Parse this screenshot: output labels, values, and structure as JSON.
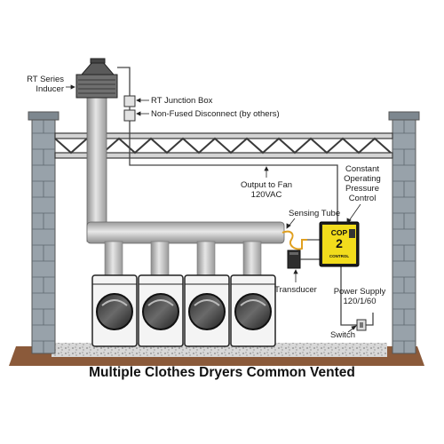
{
  "labels": {
    "inducer": [
      "RT Series",
      "Inducer"
    ],
    "junction_box": "RT Junction Box",
    "disconnect": "Non-Fused Disconnect (by others)",
    "output_fan": [
      "Output to Fan",
      "120VAC"
    ],
    "sensing_tube": "Sensing Tube",
    "constant_pressure": [
      "Constant",
      "Operating",
      "Pressure",
      "Control"
    ],
    "transducer": "Transducer",
    "power_supply": [
      "Power Supply",
      "120/1/60"
    ],
    "switch": "Switch"
  },
  "controller": {
    "line1": "COP",
    "line2": "2",
    "line3": "CONTROL"
  },
  "caption": "Multiple Clothes Dryers Common Vented",
  "dryer_count": 4,
  "colors": {
    "duct": "#c9c9c9",
    "wall": "#8a949c",
    "controller": "#f2dc1c",
    "soil": "#8b5a3a"
  }
}
